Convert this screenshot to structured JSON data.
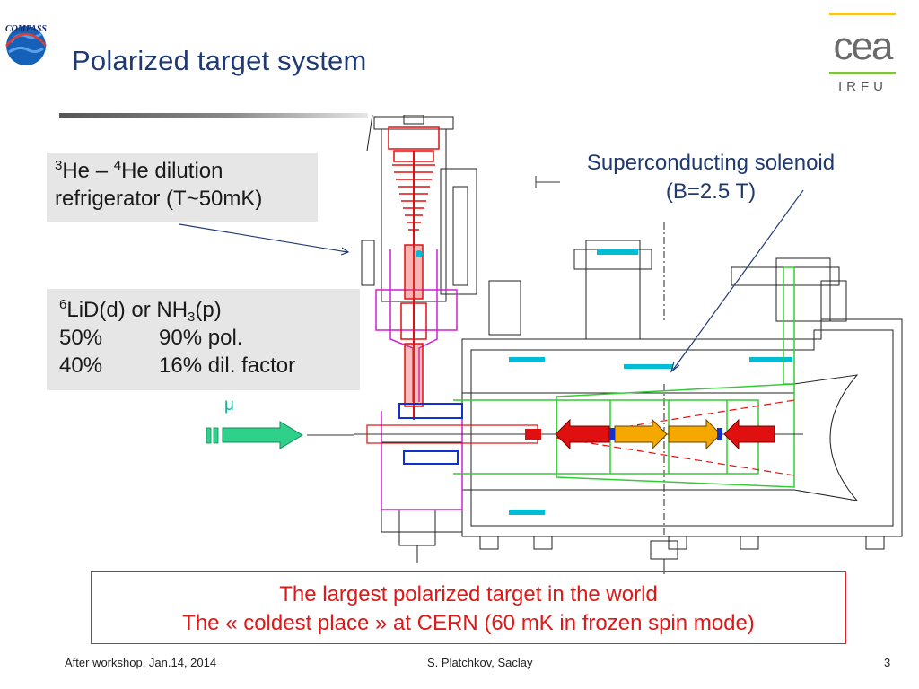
{
  "slide": {
    "title": "Polarized target system",
    "logo_left": {
      "name": "compass-logo",
      "text": "COMPASS",
      "colors": {
        "globe": "#1560b8",
        "ring": "#e23b2d"
      }
    },
    "logo_right": {
      "name": "cea-irfu-logo",
      "word": "cea",
      "subtext": "IRFU",
      "colors": {
        "top_bar": "#f2c230",
        "bottom_bar": "#7fc241",
        "text": "#555555"
      }
    },
    "callouts": {
      "refrigerator": {
        "line1": "He – ",
        "line1_end": "He dilution",
        "sup1": "3",
        "sup2": "4",
        "line2": "refrigerator (T~50mK)"
      },
      "target": {
        "line1_sup": "6",
        "line1_a": "LiD(d) or NH",
        "line1_sub": "3",
        "line1_b": "(p)",
        "row2_col1": "50%",
        "row2_col2": "90% pol.",
        "row3_col1": "40%",
        "row3_col2": "16% dil. factor"
      },
      "solenoid": {
        "line1": "Superconducting solenoid",
        "line2": "(B=2.5 T)"
      }
    },
    "beam_label": "μ",
    "bottom_box": {
      "line1": "The largest polarized target in the world",
      "line2": "The « coldest place » at CERN (60 mK in frozen spin mode)"
    },
    "footer": {
      "left": "After workshop, Jan.14, 2014",
      "center": "S. Platchkov, Saclay",
      "page": "3"
    },
    "colors": {
      "title": "#1f3a72",
      "accent_red": "#e01818",
      "callout_bg": "#e6e6e6",
      "beam_arrow": "#2fd08a",
      "target_red": "#e01010",
      "target_orange": "#f5a800",
      "cryostat_magenta": "#d020d0",
      "solenoid_green": "#33cc33",
      "cyan": "#00bcd4",
      "blue": "#1030d0"
    }
  }
}
